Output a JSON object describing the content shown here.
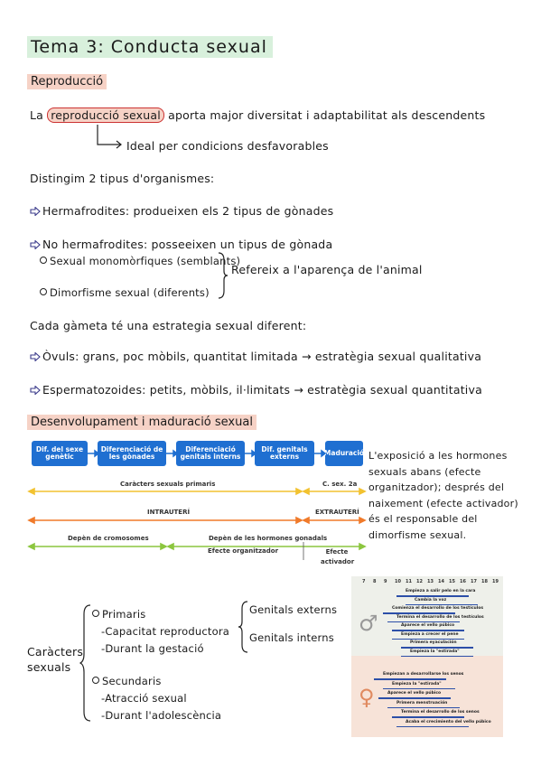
{
  "title": "Tema 3: Conducta sexual",
  "section1": "Reproducció",
  "line1_pre": "La ",
  "line1_hl": "reproducció sexual",
  "line1_post": " aporta major diversitat i adaptabilitat als descendents",
  "line2": "Ideal  per condicions desfavorables",
  "line3": "Distingim 2 tipus d'organismes:",
  "herm": "Hermafrodites: produeixen els 2 tipus de gònades",
  "noherm": "No hermafrodites: posseeixen un tipus de gònada",
  "mono": "Sexual monomòrfiques (semblants)",
  "dimo": "Dimorfisme sexual (diferents)",
  "refereix": "Refereix a l'aparença de l'animal",
  "gameta": "Cada gàmeta té una estrategia sexual diferent:",
  "ovuls": "Òvuls: grans, poc mòbils, quantitat limitada → estratègia sexual qualitativa",
  "esperma": "Espermatozoides: petits, mòbils, il·limitats → estratègia sexual quantitativa",
  "section2": "Desenvolupament i maduració sexual",
  "flow": {
    "boxes": [
      "Dif. del sexe genètic",
      "Diferenciació de les gònades",
      "Diferenciació genitals interns",
      "Dif. genitals externs",
      "Maduració"
    ],
    "car_prim": "Caràcters sexuals primaris",
    "car_sec": "C. sex. 2a",
    "intra": "INTRAUTERÍ",
    "extra": "EXTRAUTERÍ",
    "crom": "Depèn de cromosomes",
    "horm": "Depèn de les hormones gonadals",
    "efecte_org": "Efecte organitzador",
    "efecte_act": "Efecte activador"
  },
  "note": [
    "L'exposició a les hormones",
    "sexuals abans (efecte",
    "organitzador); després del",
    "naixement (efecte activador)",
    "és el responsable del",
    "dimorfisme sexual."
  ],
  "car": {
    "label1": "Caràcters",
    "label2": "sexuals",
    "primaris": "Primaris",
    "cap": "-Capacitat reproductora",
    "gest": "-Durant la gestació",
    "gen_ext": "Genitals externs",
    "gen_int": "Genitals interns",
    "secundaris": "Secundaris",
    "atrac": "-Atracció sexual",
    "adol": "-Durant l'adolescència"
  },
  "chart": {
    "ages": [
      "7",
      "8",
      "9",
      "10",
      "11",
      "12",
      "13",
      "14",
      "15",
      "16",
      "17",
      "18",
      "19"
    ],
    "male_symbol": "♂",
    "female_symbol": "♀",
    "male": [
      "Empieza a salir pelo en la cara",
      "Cambia la voz",
      "Comienza el desarrollo de los testículos",
      "Termina el desarrollo de los testículos",
      "Aparece el vello púbico",
      "Empieza a crecer el pene",
      "Primera eyaculación",
      "Empieza la \"estirada\""
    ],
    "female": [
      "Empiezan a desarrollarse los senos",
      "Empieza la \"estirada\"",
      "Aparece el vello púbico",
      "Primera menstruación",
      "Termina el desarrollo de los senos",
      "Acaba el crecimiento del vello púbico"
    ]
  }
}
